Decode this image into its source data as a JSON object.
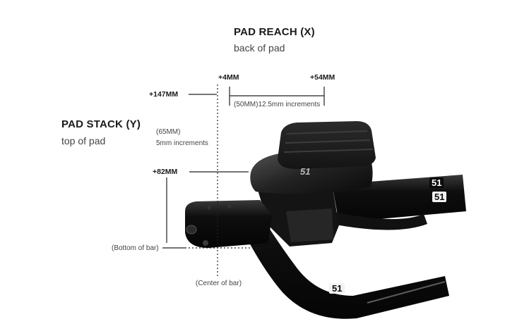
{
  "reach": {
    "title": "PAD REACH (X)",
    "subtitle": "back of pad",
    "min": "+4MM",
    "max": "+54MM",
    "range": "(50MM)12.5mm increments"
  },
  "stack": {
    "title": "PAD STACK (Y)",
    "subtitle": "top of pad",
    "max": "+147MM",
    "min": "+82MM",
    "range_line1": "(65MM)",
    "range_line2": "5mm increments"
  },
  "refs": {
    "bottom": "(Bottom of bar)",
    "center": "(Center of bar)"
  },
  "logos": {
    "brand": "51"
  },
  "colors": {
    "ink": "#1a1a1a",
    "bar": "#0d0d0d",
    "line": "#222222"
  }
}
